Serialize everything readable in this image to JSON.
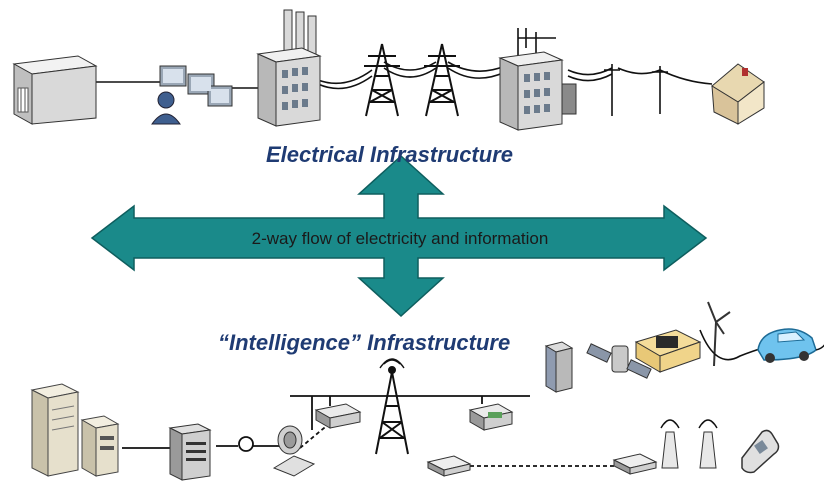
{
  "diagram": {
    "electrical_title": "Electrical Infrastructure",
    "intelligence_title": "“Intelligence” Infrastructure",
    "flow_label": "2-way flow of electricity and information"
  },
  "colors": {
    "arrow_fill": "#1a8a8a",
    "arrow_stroke": "#0e5e5e",
    "heading": "#1f3b73",
    "line": "#111111"
  },
  "icons": [
    "control-center-building-icon",
    "operator-workstation-icon",
    "power-plant-icon",
    "transmission-tower-icon",
    "substation-icon",
    "distribution-pole-icon",
    "house-icon",
    "server-tower-icon",
    "router-icon",
    "satellite-dish-icon",
    "radio-tower-icon",
    "modem-icon",
    "satellite-icon",
    "battery-icon",
    "wind-turbine-icon",
    "electric-car-icon",
    "wireless-sensor-icon",
    "cell-phone-icon"
  ]
}
